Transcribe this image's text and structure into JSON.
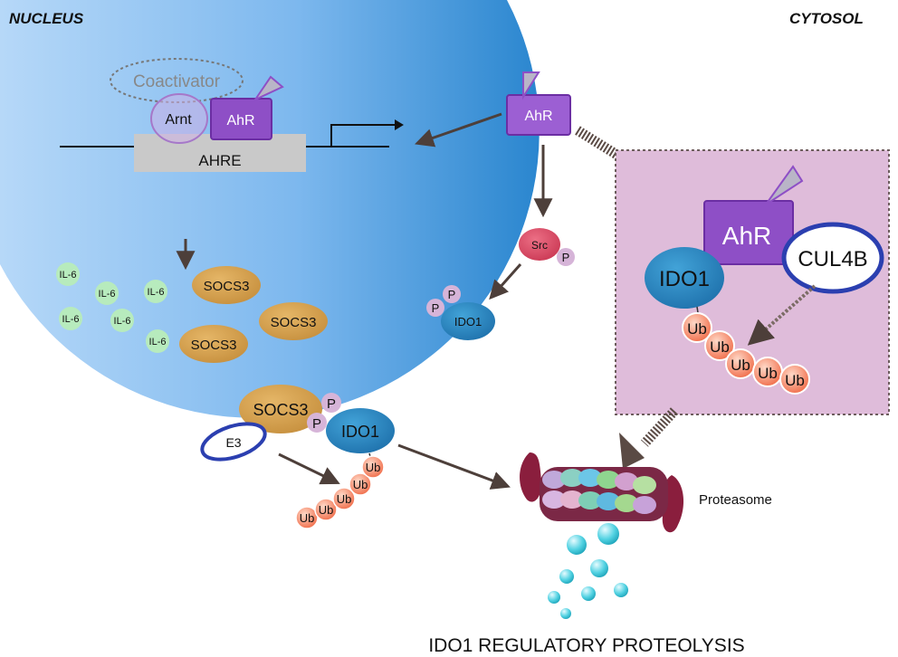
{
  "compartments": {
    "nucleus": "NUCLEUS",
    "cytosol": "CYTOSOL"
  },
  "nuclear_complex": {
    "coactivator": "Coactivator",
    "arnt": "Arnt",
    "ahr": "AhR",
    "ahre": "AHRE"
  },
  "cytosol_ahr": "AhR",
  "src_path": {
    "src": "Src",
    "p": "P",
    "ido1": "IDO1"
  },
  "il6_labels": [
    "IL-6",
    "IL-6",
    "IL-6",
    "IL-6",
    "IL-6",
    "IL-6"
  ],
  "socs3_labels": [
    "SOCS3",
    "SOCS3",
    "SOCS3"
  ],
  "socs3_complex": {
    "socs3": "SOCS3",
    "p": "P",
    "ido1": "IDO1",
    "e3": "E3",
    "ub": "Ub"
  },
  "e3_box": {
    "ahr": "AhR",
    "cul4b": "CUL4B",
    "ido1": "IDO1",
    "ub": "Ub"
  },
  "proteasome_label": "Proteasome",
  "footer_title": "IDO1 REGULATORY PROTEOLYSIS",
  "colors": {
    "nucleus_light": "#b3d6f7",
    "nucleus_dark": "#2f8ad0",
    "ahr_purple": "#8e4fc6",
    "ido1_blue": "#2f8ac4",
    "socs3_gold": "#d9a452",
    "il6_green": "#b7ebbd",
    "ub_salmon": "#f37f5d",
    "box_pink": "#dfbcda",
    "arrow_brown": "#4d3f3a"
  }
}
